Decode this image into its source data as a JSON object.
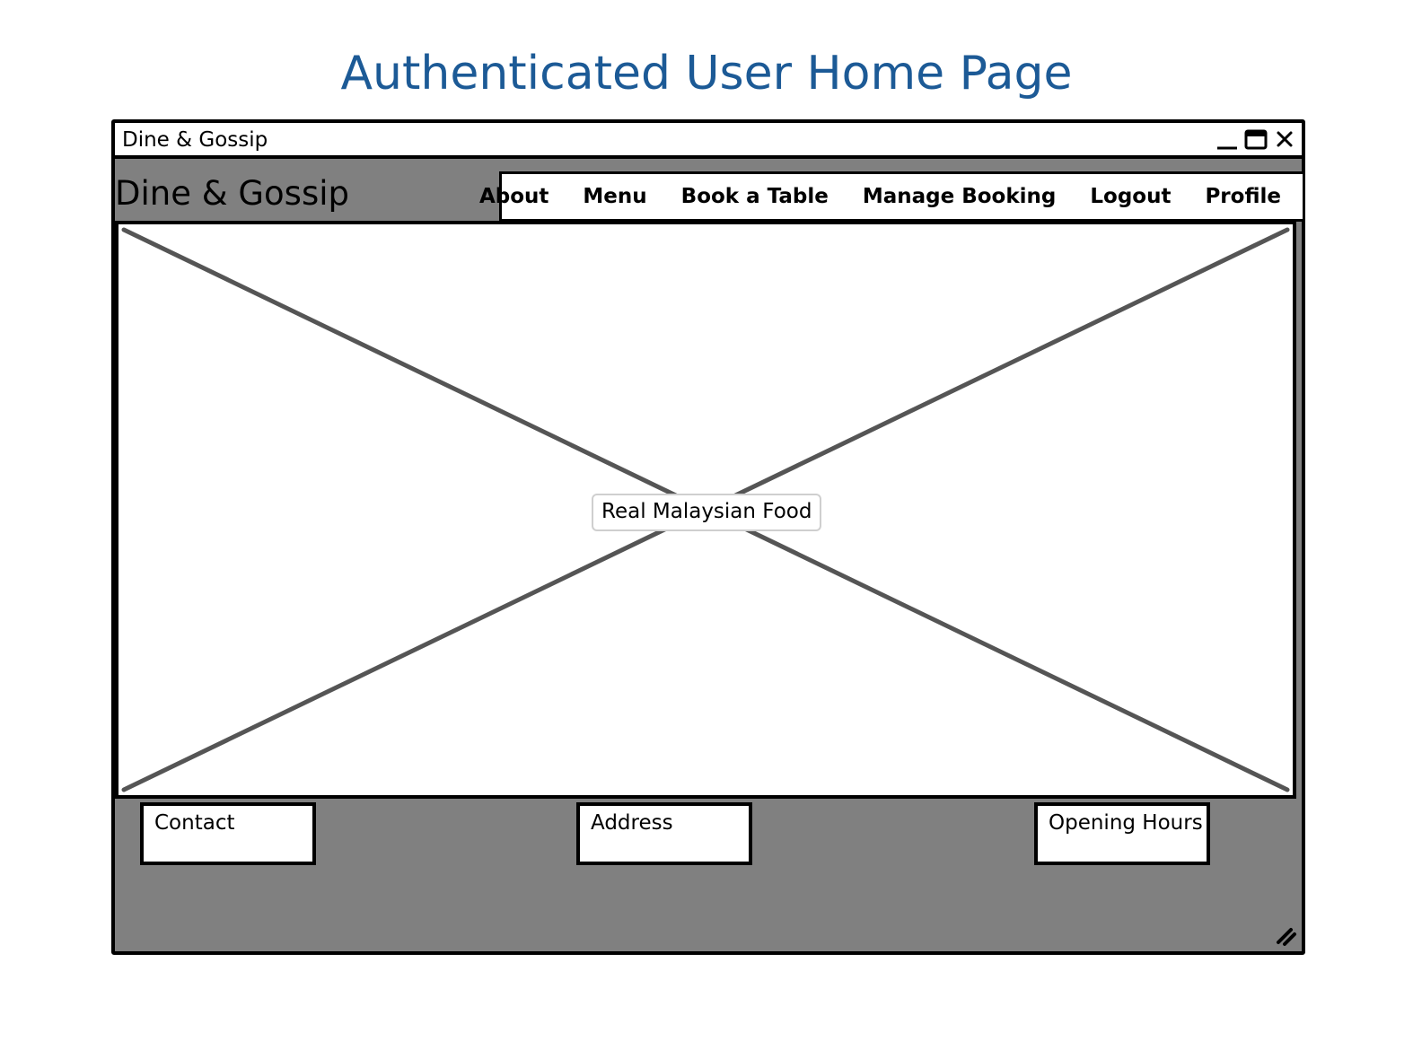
{
  "page": {
    "title": "Authenticated User Home Page"
  },
  "window": {
    "title": "Dine & Gossip",
    "controls": [
      {
        "name": "minimize-icon"
      },
      {
        "name": "maximize-icon"
      },
      {
        "name": "close-icon"
      }
    ]
  },
  "header": {
    "brand": "Dine & Gossip",
    "nav": [
      {
        "label": "About"
      },
      {
        "label": "Menu"
      },
      {
        "label": "Book a Table"
      },
      {
        "label": "Manage Booking"
      },
      {
        "label": "Logout"
      },
      {
        "label": "Profile"
      }
    ]
  },
  "hero": {
    "image_icon": "image-placeholder-icon",
    "caption": "Real Malaysian Food"
  },
  "footer": {
    "contact": "Contact",
    "address": "Address",
    "opening_hours": "Opening Hours",
    "resize_icon": "resize-grip-icon"
  },
  "colors": {
    "title": "#1c5a96",
    "window_background": "#808080",
    "border": "#000000",
    "placeholder_lines": "#555555"
  }
}
